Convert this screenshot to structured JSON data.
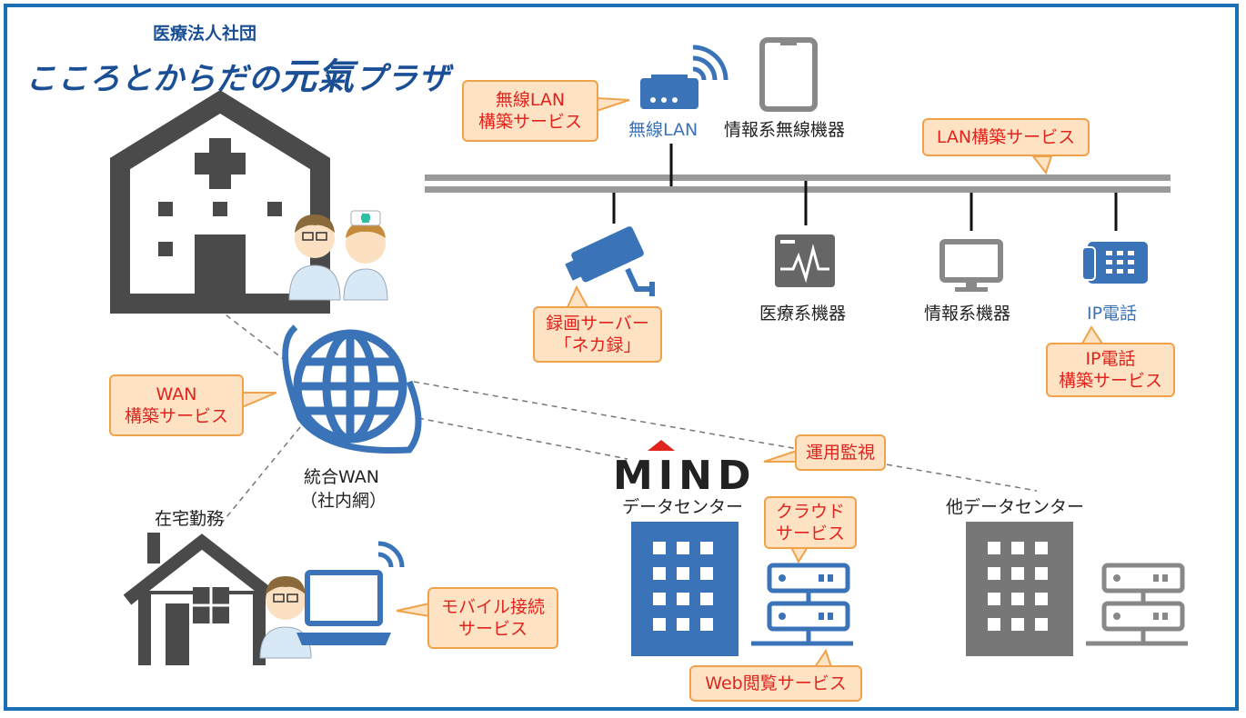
{
  "header": {
    "org": "医療法人社団",
    "brand_left": "こころとからだの",
    "brand_gen": "元氣",
    "brand_right": "プラザ"
  },
  "labels": {
    "wlan": "無線LAN",
    "info_wireless": "情報系無線機器",
    "medical": "医療系機器",
    "info": "情報系機器",
    "ip_phone": "IP電話",
    "wan_line1": "統合WAN",
    "wan_line2": "（社内網）",
    "home": "在宅勤務",
    "mind_logo": "MIND",
    "datacenter": "データセンター",
    "other_dc": "他データセンター"
  },
  "callouts": {
    "wlan_service": [
      "無線LAN",
      "構築サービス"
    ],
    "lan_service": "LAN構築サービス",
    "recorder": [
      "録画サーバー",
      "「ネカ録」"
    ],
    "ip_service": [
      "IP電話",
      "構築サービス"
    ],
    "wan_service": [
      "WAN",
      "構築サービス"
    ],
    "monitoring": "運用監視",
    "cloud": [
      "クラウド",
      "サービス"
    ],
    "mobile": [
      "モバイル接続",
      "サービス"
    ],
    "web": "Web閲覧サービス"
  },
  "colors": {
    "border": "#1a6fb5",
    "brand_blue": "#1a4f96",
    "device_blue": "#3a73b8",
    "building_gray": "#4a4a4a",
    "callout_fill": "#fde3c4",
    "callout_border": "#f0a24a",
    "callout_text": "#e0231d",
    "cross_red": "#e0231d"
  }
}
